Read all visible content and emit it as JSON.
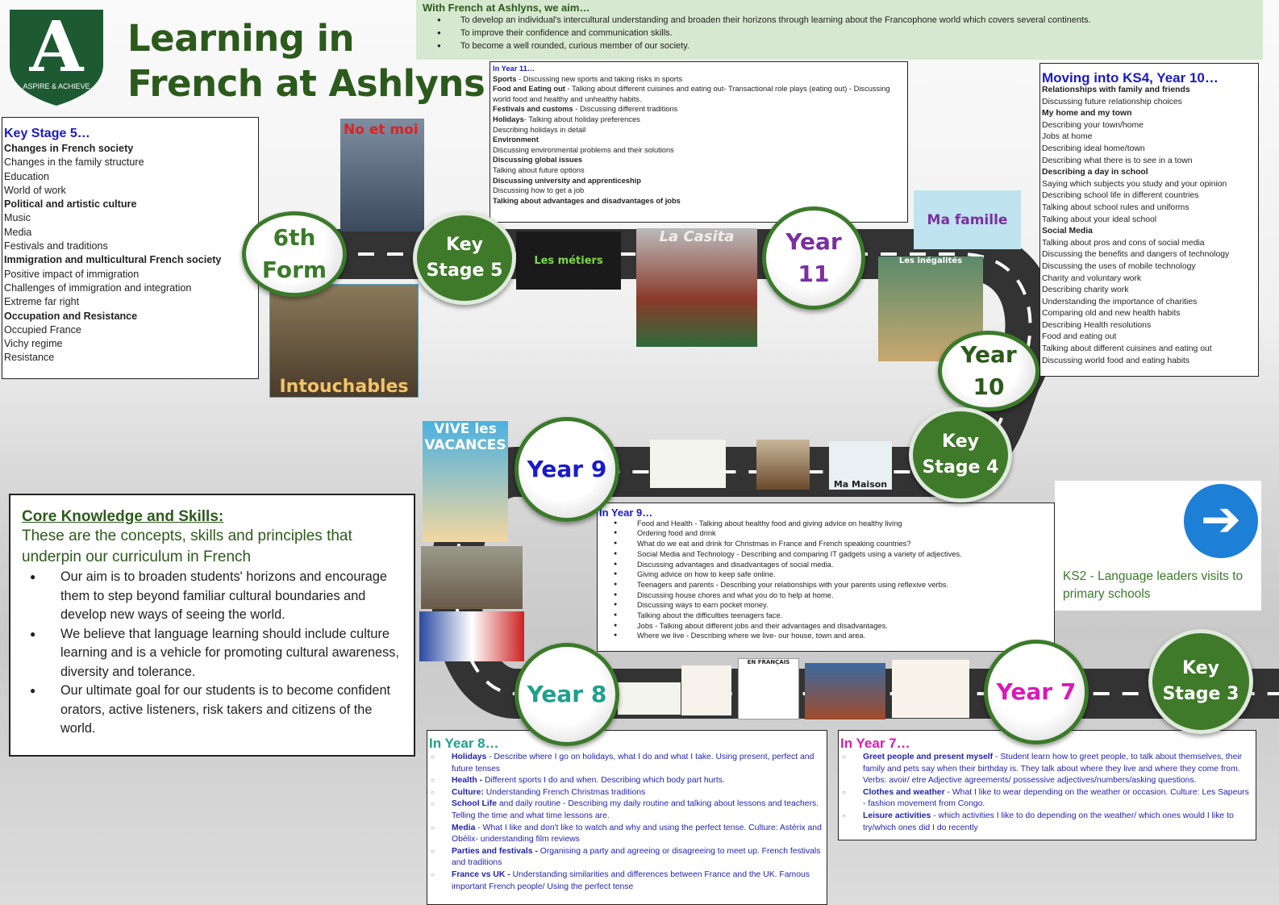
{
  "logo": {
    "motto": "ASPIRE & ACHIEVE",
    "letter": "A"
  },
  "title": {
    "line1": "Learning in",
    "line2": "French at Ashlyns"
  },
  "aims": {
    "heading": "With French  at Ashlyns, we aim…",
    "items": [
      "To develop an individual's intercultural understanding and broaden their horizons through learning about the Francophone world which covers several continents.",
      "To improve their confidence and communication skills.",
      "To become a well rounded, curious member of our society."
    ]
  },
  "year11": {
    "heading": "In Year 11",
    "lines": [
      {
        "b": "Sports",
        "t": " - Discussing new sports and taking risks in sports"
      },
      {
        "b": "Food and Eating out",
        "t": " - Talking about different cuisines and eating out- Transactional role plays (eating out) - Discussing world food and healthy and unhealthy habits."
      },
      {
        "b": "Festivals and customs",
        "t": " - Discussing different traditions"
      },
      {
        "b": "Holidays",
        "t": "- Talking about holiday preferences"
      },
      {
        "b": "",
        "t": "Describing holidays in detail"
      },
      {
        "b": "Environment",
        "t": ""
      },
      {
        "b": "",
        "t": "Discussing environmental problems and their solutions"
      },
      {
        "b": "Discussing global issues",
        "t": ""
      },
      {
        "b": "",
        "t": "Talking about future options"
      },
      {
        "b": "Discussing university and apprenticeship",
        "t": ""
      },
      {
        "b": "",
        "t": "Discussing how to get a job"
      },
      {
        "b": "Talking about advantages and disadvantages of jobs",
        "t": ""
      }
    ]
  },
  "ks4": {
    "heading": "Moving into KS4, Year 10…",
    "lines": [
      {
        "b": "Relationships with family and friends"
      },
      {
        "t": "Discussing future relationship choices"
      },
      {
        "b": "My home and my town"
      },
      {
        "t": "Describing your town/home"
      },
      {
        "t": "Jobs at home"
      },
      {
        "t": "Describing ideal home/town"
      },
      {
        "t": "Describing what there is to see in a town"
      },
      {
        "b": "Describing a day in school"
      },
      {
        "t": "Saying which subjects you study and your opinion"
      },
      {
        "t": "Describing school life in different countries"
      },
      {
        "t": "Talking about school rules and uniforms"
      },
      {
        "t": "Talking about your ideal school"
      },
      {
        "b": "Social Media"
      },
      {
        "t": "Talking about pros and cons of social media"
      },
      {
        "t": "Discussing the benefits and dangers of  technology"
      },
      {
        "t": "Discussing the uses of mobile technology"
      },
      {
        "t": "Charity and voluntary work"
      },
      {
        "t": "Describing charity work"
      },
      {
        "t": "Understanding the importance of charities"
      },
      {
        "t": "Comparing old and new health habits"
      },
      {
        "t": "Describing Health resolutions"
      },
      {
        "t": "Food and eating out"
      },
      {
        "t": "Talking about different cuisines and eating out"
      },
      {
        "t": "Discussing world food and eating habits"
      }
    ]
  },
  "ks5": {
    "heading": "Key Stage 5…",
    "lines": [
      {
        "b": "Changes in French society"
      },
      {
        "t": "Changes in the family structure"
      },
      {
        "t": "Education"
      },
      {
        "t": "World of work"
      },
      {
        "b": "Political and artistic culture"
      },
      {
        "t": "Music"
      },
      {
        "t": "Media"
      },
      {
        "t": "Festivals and traditions"
      },
      {
        "b": "Immigration and multicultural French society"
      },
      {
        "t": "Positive impact of immigration"
      },
      {
        "t": "Challenges of immigration and integration"
      },
      {
        "t": "Extreme far right"
      },
      {
        "b": "Occupation and Resistance"
      },
      {
        "t": "Occupied France"
      },
      {
        "t": "Vichy regime"
      },
      {
        "t": "Resistance"
      }
    ]
  },
  "core": {
    "heading": "Core Knowledge and Skills:",
    "intro": "These are the concepts, skills and principles that underpin our curriculum in French",
    "items": [
      "Our aim is to broaden students' horizons and encourage them to step beyond familiar cultural boundaries and develop new ways of seeing the world.",
      "We believe that language learning should include culture learning and is a vehicle for promoting cultural awareness, diversity and tolerance.",
      "Our ultimate goal for our students is to become confident orators, active listeners, risk takers and citizens of the world."
    ]
  },
  "year9": {
    "heading": "In Year 9",
    "items": [
      "Food and Health - Talking about healthy food and giving advice on healthy living",
      "Ordering food and drink",
      "What do we eat and drink for Christmas in France and French speaking countries?",
      "Social Media and Technology - Describing and comparing  IT gadgets using a variety of adjectives.",
      "Discussing advantages and disadvantages of social media.",
      "Giving advice on how to keep safe online.",
      "Teenagers and parents - Describing your relationships with your parents using reflexive verbs.",
      "Discussing house chores and what you do to help at home.",
      "Discussing ways to earn pocket money.",
      "Talking about the difficulties teenagers face.",
      "Jobs - Talking about different jobs and their advantages and disadvantages.",
      "Where we live - Describing where we live- our house, town and area."
    ]
  },
  "year8": {
    "heading": "In Year 8…",
    "items": [
      {
        "b": "Holidays",
        "t": " - Describe where I go on holidays, what I do and what I take. Using present, perfect and future tenses"
      },
      {
        "b": "Health -",
        "t": " Different sports I do and when. Describing which body part hurts."
      },
      {
        "b": "Culture:",
        "t": " Understanding French Christmas traditions"
      },
      {
        "b": "School Life",
        "t": " and daily routine - Describing my daily routine and talking about lessons and teachers. Telling the time and what time lessons are."
      },
      {
        "b": "Media",
        "t": " - What I like and don't like to watch and why and using the perfect tense.  Culture: Astérix and Obélix- understanding film reviews"
      },
      {
        "b": "Parties and festivals -",
        "t": " Organising a party and agreeing or disagreeing to meet up. French festivals and traditions"
      },
      {
        "b": "France vs UK -",
        "t": " Understanding similarities and differences between France and the UK. Famous important French people/ Using the perfect tense"
      }
    ]
  },
  "year7": {
    "heading": "In Year 7…",
    "items": [
      {
        "b": "Greet people and present myself",
        "t": "  -  Student learn how to greet people, to talk about themselves, their family and pets say when their birthday is. They talk about where they live and where they come from. Verbs: avoir/ etre  Adjective agreements/ possessive adjectives/numbers/asking questions."
      },
      {
        "b": "Clothes and weather",
        "t": " - What I like to wear depending on the weather or occasion. Culture: Les Sapeurs - fashion movement from Congo."
      },
      {
        "b": "Leisure activities",
        "t": " - which activities I like to do depending on the weather/ which ones would I like to try/which ones did I do recently"
      }
    ]
  },
  "ks2": {
    "text": "KS2 - Language leaders visits to primary schools",
    "icon": "arrow-right-icon"
  },
  "nodes": {
    "sixth": "6th Form",
    "ks5": "Key Stage 5",
    "y11": "Year 11",
    "y10": "Year 10",
    "ks4": "Key Stage 4",
    "y9": "Year 9",
    "y8": "Year 8",
    "y7": "Year 7",
    "ks3": "Key Stage 3"
  },
  "images": {
    "noetmoi": "No et moi",
    "intouchables": "Intouchables",
    "metiers": "Les métiers",
    "casita": "La Casita",
    "famille": "Ma famille",
    "inegalites": "Les inégalités",
    "vacances": "VIVE les VACANCES",
    "maison": "Ma Maison",
    "francais": "EN FRANÇAIS"
  },
  "colors": {
    "green": "#3f7a2a",
    "title": "#2c5a1c",
    "blue": "#1a1acc",
    "y7": "#d81bb8",
    "y8": "#1fa08c",
    "y11": "#7a2fa0",
    "road": "#333333"
  }
}
